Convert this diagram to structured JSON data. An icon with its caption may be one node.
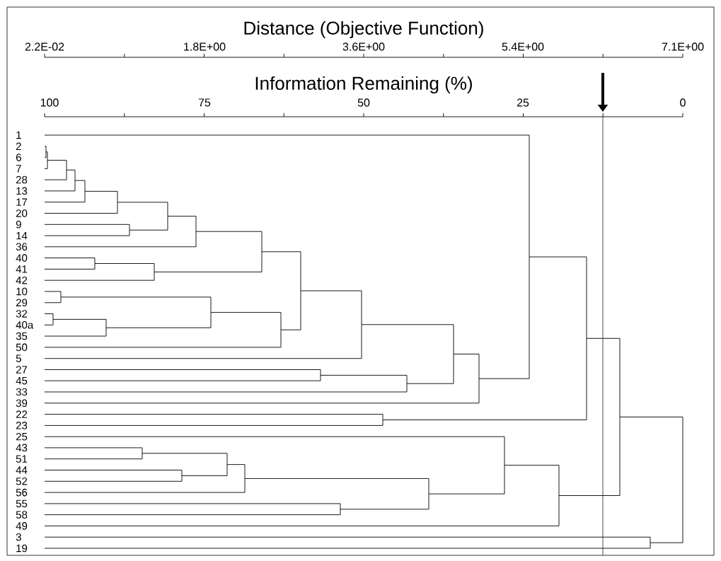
{
  "diagram": {
    "labels": [
      "Distance (Objective Function)",
      "2.2E-02",
      "1.8E+00",
      "3.6E+00",
      "5.4E+00",
      "7.1E+00",
      "Information Remaining (%)",
      "100",
      "75",
      "50",
      "25",
      "0",
      "1",
      "2",
      "6",
      "7",
      "28",
      "13",
      "17",
      "20",
      "9",
      "14",
      "36",
      "40",
      "41",
      "42",
      "10",
      "29",
      "32",
      "40a",
      "35",
      "50",
      "5",
      "27",
      "45",
      "33",
      "39",
      "22",
      "23",
      "25",
      "43",
      "51",
      "44",
      "52",
      "56",
      "55",
      "58",
      "49",
      "3",
      "19"
    ]
  }
}
